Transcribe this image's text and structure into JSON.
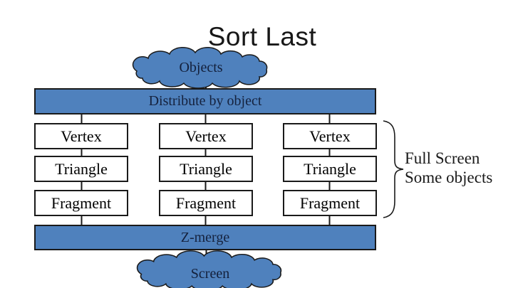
{
  "title": "Sort Last",
  "clouds": {
    "top": {
      "label": "Objects"
    },
    "bottom": {
      "label": "Screen"
    }
  },
  "bars": {
    "distribute": "Distribute by object",
    "merge": "Z-merge"
  },
  "pipeline": {
    "column_count": 3,
    "stages": [
      "Vertex",
      "Triangle",
      "Fragment"
    ]
  },
  "side_note": {
    "line1": "Full Screen",
    "line2": "Some objects"
  },
  "colors": {
    "shape_blue": "#4f81bd",
    "outline_black": "#1a1a1a",
    "dark_text": "#15223e",
    "background": "#ffffff"
  }
}
